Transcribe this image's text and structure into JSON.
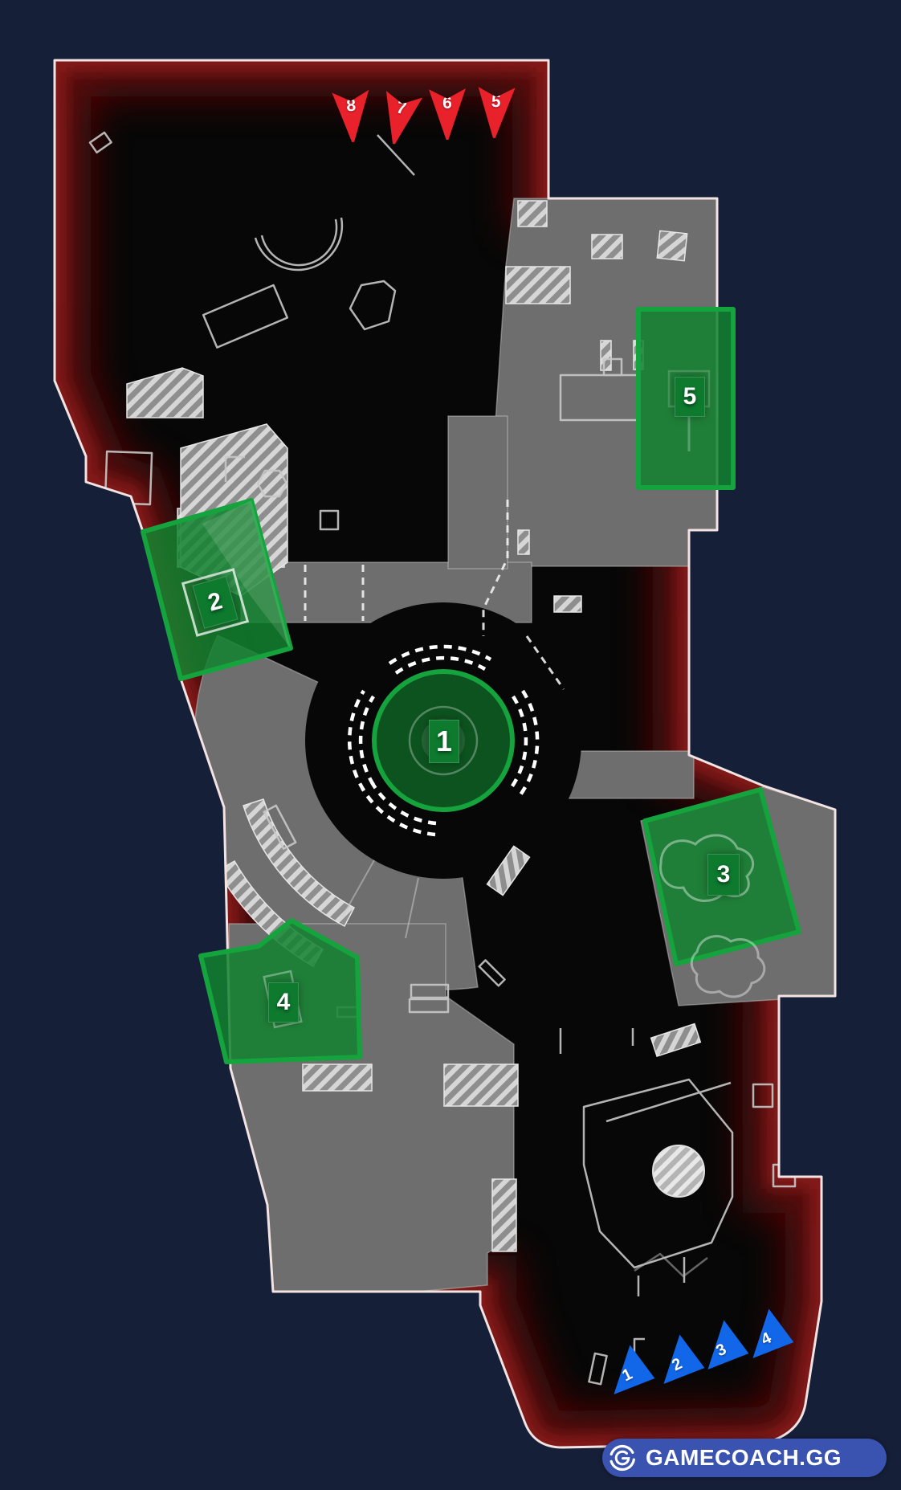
{
  "brand": {
    "label": "GAMECOACH.GG"
  },
  "map": {
    "hardpoints": [
      {
        "label": "1"
      },
      {
        "label": "2"
      },
      {
        "label": "3"
      },
      {
        "label": "4"
      },
      {
        "label": "5"
      }
    ],
    "enemy_spawns": [
      {
        "label": "8"
      },
      {
        "label": "7"
      },
      {
        "label": "6"
      },
      {
        "label": "5"
      }
    ],
    "friendly_spawns": [
      {
        "label": "1"
      },
      {
        "label": "2"
      },
      {
        "label": "3"
      },
      {
        "label": "4"
      }
    ]
  },
  "colors": {
    "hardpoint_green_border": "#15a33d",
    "hardpoint_green_fill": "#127d2d",
    "enemy_spawn_red": "#e8212b",
    "friendly_spawn_blue": "#1266e8",
    "brand_pill_blue": "#3a52b0",
    "background_navy": "#161f38",
    "map_floor_black": "#070707",
    "map_floor_gray": "#6e6e6e",
    "boundary_glow_red": "#7e1818",
    "boundary_line_pink": "#f3e3e3"
  }
}
